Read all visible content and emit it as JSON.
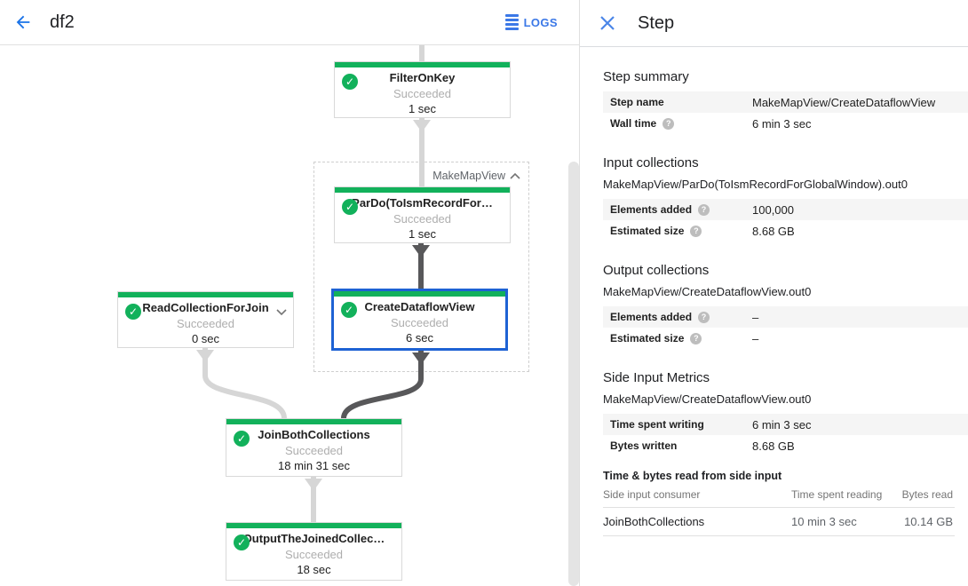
{
  "header": {
    "title": "df2",
    "logs_label": "LOGS"
  },
  "panel": {
    "title": "Step",
    "step_summary": {
      "heading": "Step summary",
      "rows": [
        {
          "label": "Step name",
          "value": "MakeMapView/CreateDataflowView"
        },
        {
          "label": "Wall time",
          "value": "6 min 3 sec"
        }
      ]
    },
    "input_collections": {
      "heading": "Input collections",
      "collection": "MakeMapView/ParDo(ToIsmRecordForGlobalWindow).out0",
      "rows": [
        {
          "label": "Elements added",
          "value": "100,000"
        },
        {
          "label": "Estimated size",
          "value": "8.68 GB"
        }
      ]
    },
    "output_collections": {
      "heading": "Output collections",
      "collection": "MakeMapView/CreateDataflowView.out0",
      "rows": [
        {
          "label": "Elements added",
          "value": "–"
        },
        {
          "label": "Estimated size",
          "value": "–"
        }
      ]
    },
    "side_input_metrics": {
      "heading": "Side Input Metrics",
      "collection": "MakeMapView/CreateDataflowView.out0",
      "rows": [
        {
          "label": "Time spent writing",
          "value": "6 min 3 sec"
        },
        {
          "label": "Bytes written",
          "value": "8.68 GB"
        }
      ]
    },
    "side_input_table": {
      "heading": "Time & bytes read from side input",
      "columns": [
        "Side input consumer",
        "Time spent reading",
        "Bytes read"
      ],
      "rows": [
        {
          "consumer": "JoinBothCollections",
          "time": "10 min 3 sec",
          "bytes": "10.14 GB"
        }
      ]
    }
  },
  "graph": {
    "group_label": "MakeMapView",
    "nodes": [
      {
        "name": "FilterOnKey",
        "status": "Succeeded",
        "time": "1 sec"
      },
      {
        "name": "ParDo(ToIsmRecordFor…",
        "status": "Succeeded",
        "time": "1 sec"
      },
      {
        "name": "CreateDataflowView",
        "status": "Succeeded",
        "time": "6 sec"
      },
      {
        "name": "ReadCollectionForJoin",
        "status": "Succeeded",
        "time": "0 sec"
      },
      {
        "name": "JoinBothCollections",
        "status": "Succeeded",
        "time": "18 min 31 sec"
      },
      {
        "name": "OutputTheJoinedCollec…",
        "status": "Succeeded",
        "time": "18 sec"
      }
    ],
    "status_icon": "✓",
    "colors": {
      "success_green": "#12b15b",
      "selected_blue": "#1e62d4",
      "edge_light": "#d6d6d6",
      "edge_dark": "#58585a",
      "accent_blue": "#3b78e7"
    }
  }
}
